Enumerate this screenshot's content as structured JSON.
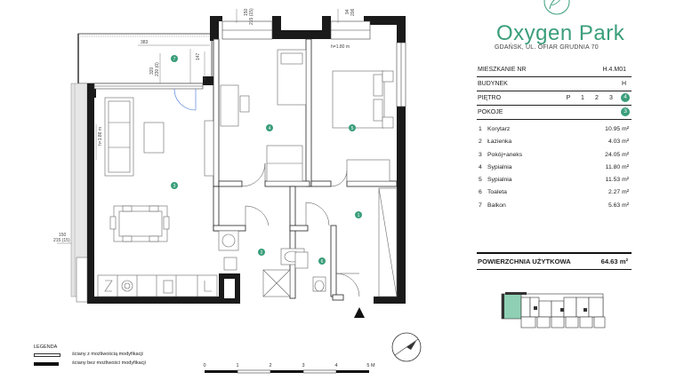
{
  "brand": {
    "name": "Oxygen Park",
    "address": "GDAŃSK, UL. OFIAR GRUDNIA 70",
    "color": "#3a9e7a"
  },
  "info": {
    "apartment_label": "MIESZKANIE NR",
    "apartment_value": "H.4.M01",
    "building_label": "BUDYNEK",
    "building_value": "H",
    "floor_label": "PIĘTRO",
    "floors": [
      "P",
      "1",
      "2",
      "3"
    ],
    "current_floor": "4",
    "rooms_label": "POKOJE",
    "rooms_value": "3"
  },
  "rooms": [
    {
      "num": "1",
      "name": "Korytarz",
      "area": "10.95 m²"
    },
    {
      "num": "2",
      "name": "Łazienka",
      "area": "4.03 m²"
    },
    {
      "num": "3",
      "name": "Pokój+aneks",
      "area": "24.05 m²"
    },
    {
      "num": "4",
      "name": "Sypialnia",
      "area": "11.80 m²"
    },
    {
      "num": "5",
      "name": "Sypialnia",
      "area": "11.53 m²"
    },
    {
      "num": "6",
      "name": "Toaleta",
      "area": "2.27 m²"
    },
    {
      "num": "7",
      "name": "Balkon",
      "area": "5.63 m²"
    }
  ],
  "total": {
    "label": "POWIERZCHNIA UŻYTKOWA",
    "value": "64.63 m²"
  },
  "legend": {
    "title": "LEGENDA",
    "light": "ściany z możliwością modyfikacji",
    "dark": "ściany bez możliwości modyfikacji"
  },
  "scale": {
    "ticks": [
      "0",
      "1",
      "2",
      "3",
      "4",
      "5 M"
    ]
  },
  "plan": {
    "room_markers": [
      "7",
      "3",
      "4",
      "5",
      "1",
      "2",
      "6"
    ],
    "dims": {
      "d150_top": "150",
      "d215_top": "215 (15)",
      "d94": "94",
      "d206": "206",
      "d383": "383",
      "d147": "147",
      "d320": "320",
      "d230": "230 (0)",
      "h180": "h=1.80 m",
      "h186": "h=1.86 m",
      "d150_left": "150",
      "d215_left": "215 (15)"
    }
  }
}
